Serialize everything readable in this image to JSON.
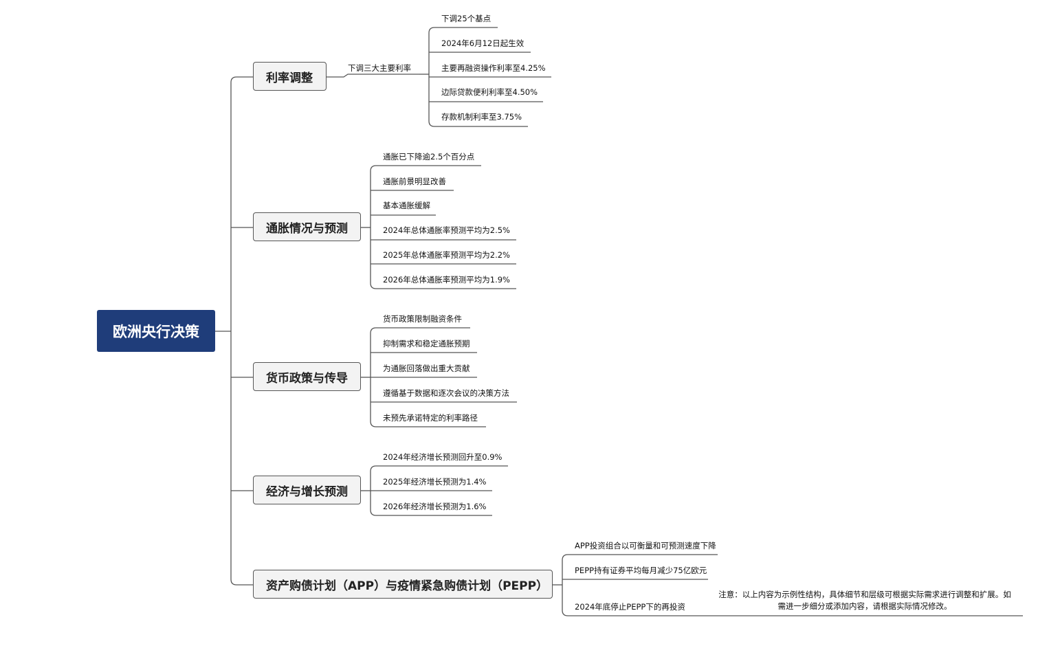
{
  "root": {
    "label": "欧洲央行决策"
  },
  "branches": [
    {
      "label": "利率调整",
      "mid_label": "下调三大主要利率",
      "leaves": [
        "下调25个基点",
        "2024年6月12日起生效",
        "主要再融资操作利率至4.25%",
        "边际贷款便利利率至4.50%",
        "存款机制利率至3.75%"
      ]
    },
    {
      "label": "通胀情况与预测",
      "leaves": [
        "通胀已下降逾2.5个百分点",
        "通胀前景明显改善",
        "基本通胀缓解",
        "2024年总体通胀率预测平均为2.5%",
        "2025年总体通胀率预测平均为2.2%",
        "2026年总体通胀率预测平均为1.9%"
      ]
    },
    {
      "label": "货币政策与传导",
      "leaves": [
        "货币政策限制融资条件",
        "抑制需求和稳定通胀预期",
        "为通胀回落做出重大贡献",
        "遵循基于数据和逐次会议的决策方法",
        "未预先承诺特定的利率路径"
      ]
    },
    {
      "label": "经济与增长预测",
      "leaves": [
        "2024年经济增长预测回升至0.9%",
        "2025年经济增长预测为1.4%",
        "2026年经济增长预测为1.6%"
      ]
    },
    {
      "label": "资产购债计划（APP）与疫情紧急购债计划（PEPP）",
      "leaves": [
        "APP投资组合以可衡量和可预测速度下降",
        "PEPP持有证券平均每月减少75亿欧元",
        "2024年底停止PEPP下的再投资"
      ]
    }
  ],
  "note": "注意：以上内容为示例性结构，具体细节和层级可根据实际需求进行调整和扩展。如需进一步细分或添加内容，请根据实际情况修改。"
}
